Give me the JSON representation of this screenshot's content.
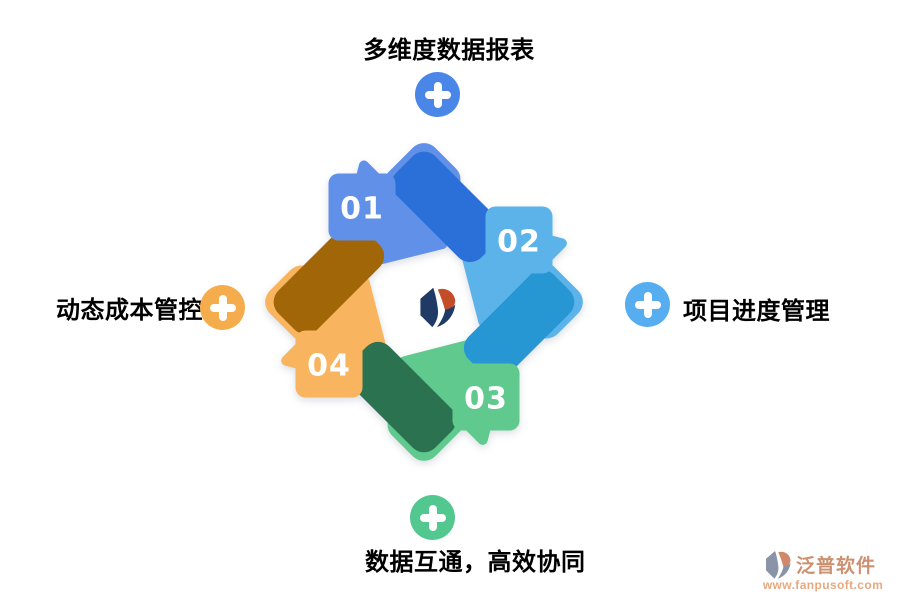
{
  "nodes": {
    "top": {
      "text": "多维度数据报表",
      "plus_color": "#4A86E8"
    },
    "right": {
      "text": "项目进度管理",
      "plus_color": "#56ADEF"
    },
    "bottom": {
      "text": "数据互通，高效协同",
      "plus_color": "#52C78F"
    },
    "left": {
      "text": "动态成本管控",
      "plus_color": "#F5AC4D"
    }
  },
  "steps": [
    {
      "num": "01",
      "color": "#6090E8",
      "fold_color": "#2B6FD8"
    },
    {
      "num": "02",
      "color": "#5BB3E9",
      "fold_color": "#2697D3"
    },
    {
      "num": "03",
      "color": "#5FC98E",
      "fold_color": "#2B7350"
    },
    {
      "num": "04",
      "color": "#F9B45F",
      "fold_color": "#A06608"
    }
  ],
  "logo": {
    "navy": "#203A66",
    "accent": "#C24D28"
  },
  "watermark": {
    "name": "泛普软件",
    "url": "www.fanpusoft.com",
    "name_color": "#CC9170",
    "url_color": "#E9A87D",
    "glyph_gray": "#8A94A8",
    "glyph_accent": "#D08A6A"
  },
  "text_color": "#000000",
  "number_text_color": "#FFFFFF"
}
